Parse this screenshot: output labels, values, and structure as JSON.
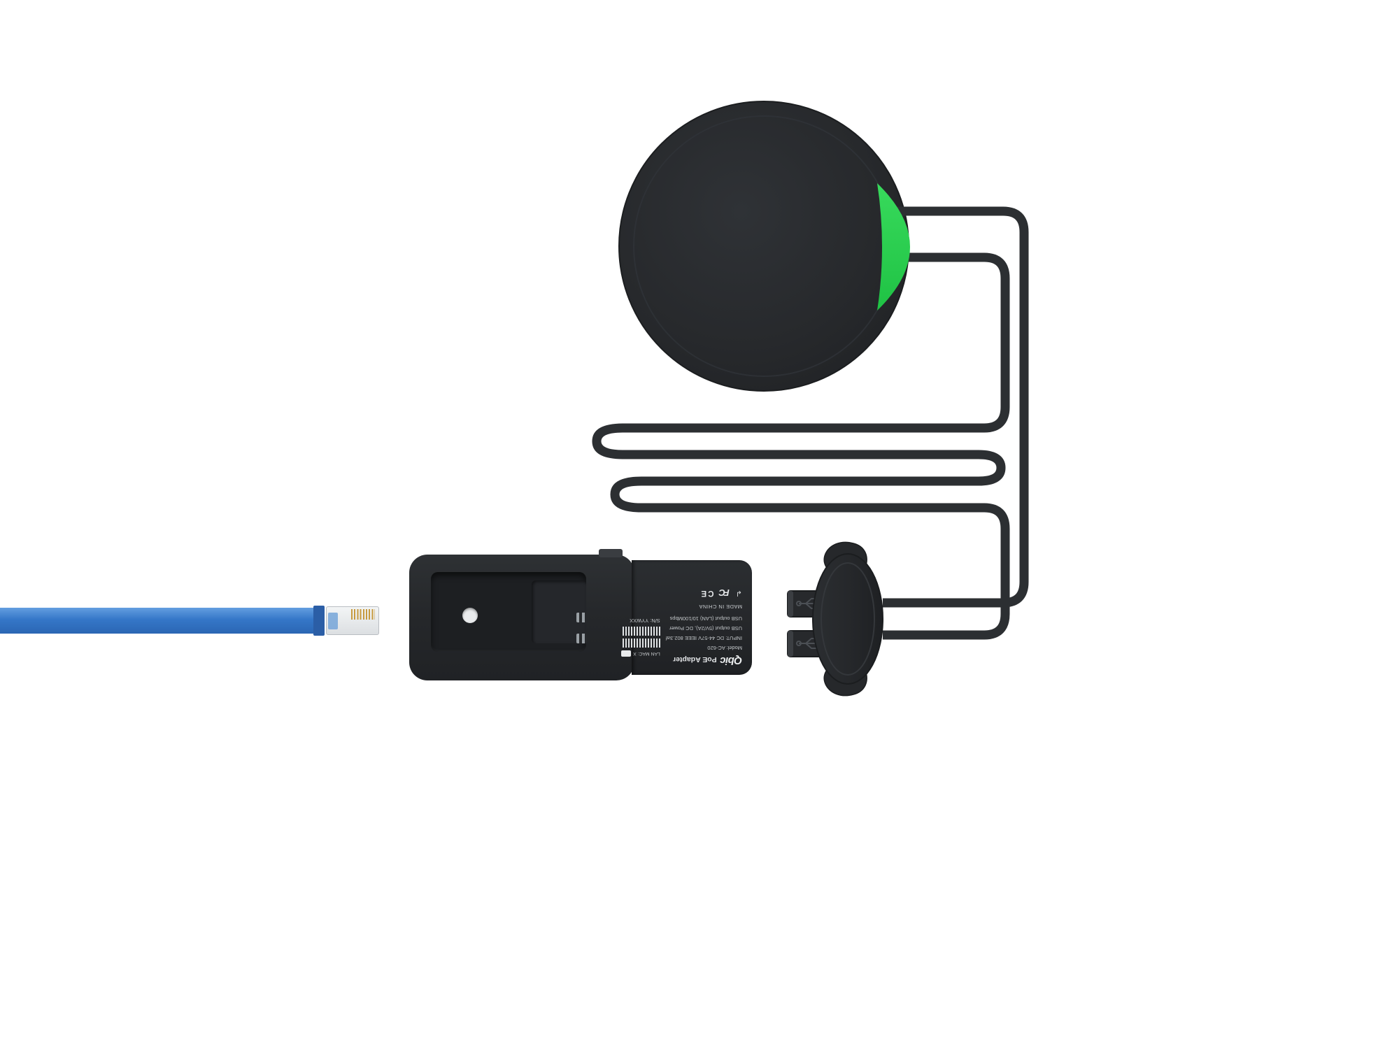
{
  "colors": {
    "background": "#ffffff",
    "device_body": "#26282b",
    "status_green": "#2bd14c",
    "power_cable": "#2c2f32",
    "ethernet_blue": "#3577c8",
    "label_text": "#c6cacd"
  },
  "adapter": {
    "brand": "Qbic",
    "product": "PoE Adapter",
    "model": "Model: AC-620",
    "spec_input": "INPUT: DC 44-57V IEEE 802.3af",
    "spec_usb_power": "USB output (5V/2A), DC Power",
    "spec_usb_lan": "USB output (LAN)  10/100Mbps",
    "made_in": "MADE IN CHINA",
    "lan_mac_label": "LAN MAC: X",
    "serial": "S/N: YYWXX",
    "fcc_mark": "FC",
    "ce_mark": "CE",
    "weee_mark": "↲"
  }
}
